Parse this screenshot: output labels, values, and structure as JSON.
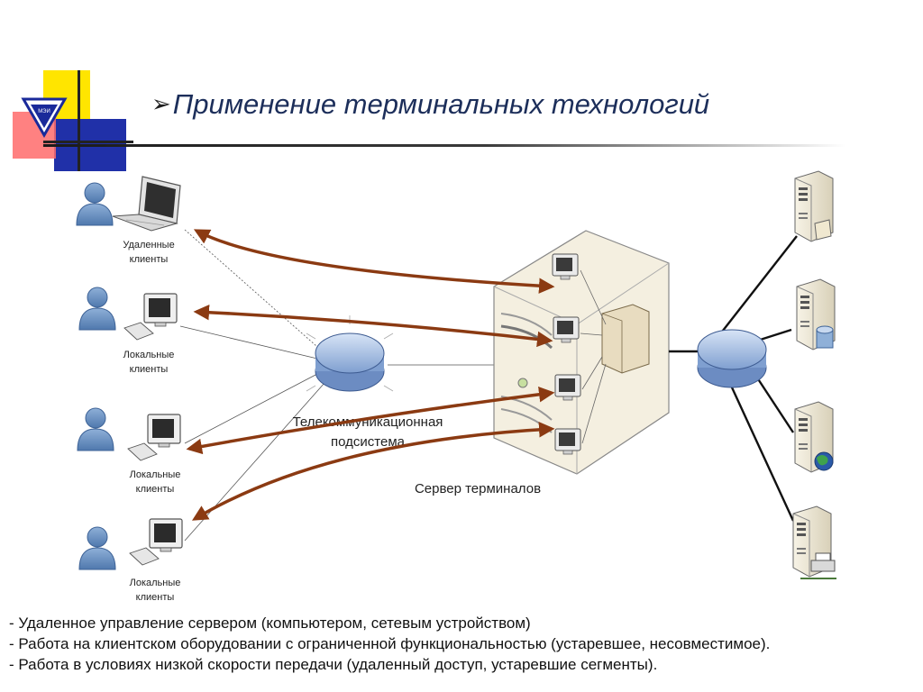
{
  "title": {
    "bullet": "➢",
    "text": "Применение терминальных технологий"
  },
  "diagram": {
    "clients": [
      {
        "line1": "Удаленные",
        "line2": "клиенты"
      },
      {
        "line1": "Локальные",
        "line2": "клиенты"
      },
      {
        "line1": "Локальные",
        "line2": "клиенты"
      },
      {
        "line1": "Локальные",
        "line2": "клиенты"
      }
    ],
    "network_label": {
      "line1": "Телекоммуникационная",
      "line2": "подсистема"
    },
    "server_label": "Сервер терминалов",
    "colors": {
      "arrow": "#8b3a12",
      "network": "#9bb5dd",
      "logo_yellow": "#ffe500",
      "logo_blue": "#1a2a9a"
    },
    "icons": [
      "user-icon",
      "laptop-icon",
      "desktop-icon",
      "server-tower-icon",
      "network-hub-icon",
      "database-icon",
      "globe-icon",
      "printer-icon"
    ]
  },
  "bullets": [
    "- Удаленное управление сервером (компьютером, сетевым устройством)",
    "- Работа на клиентском оборудовании с ограниченной функциональностью (устаревшее, несовместимое).",
    "- Работа в условиях низкой скорости передачи (удаленный доступ, устаревшие сегменты)."
  ]
}
